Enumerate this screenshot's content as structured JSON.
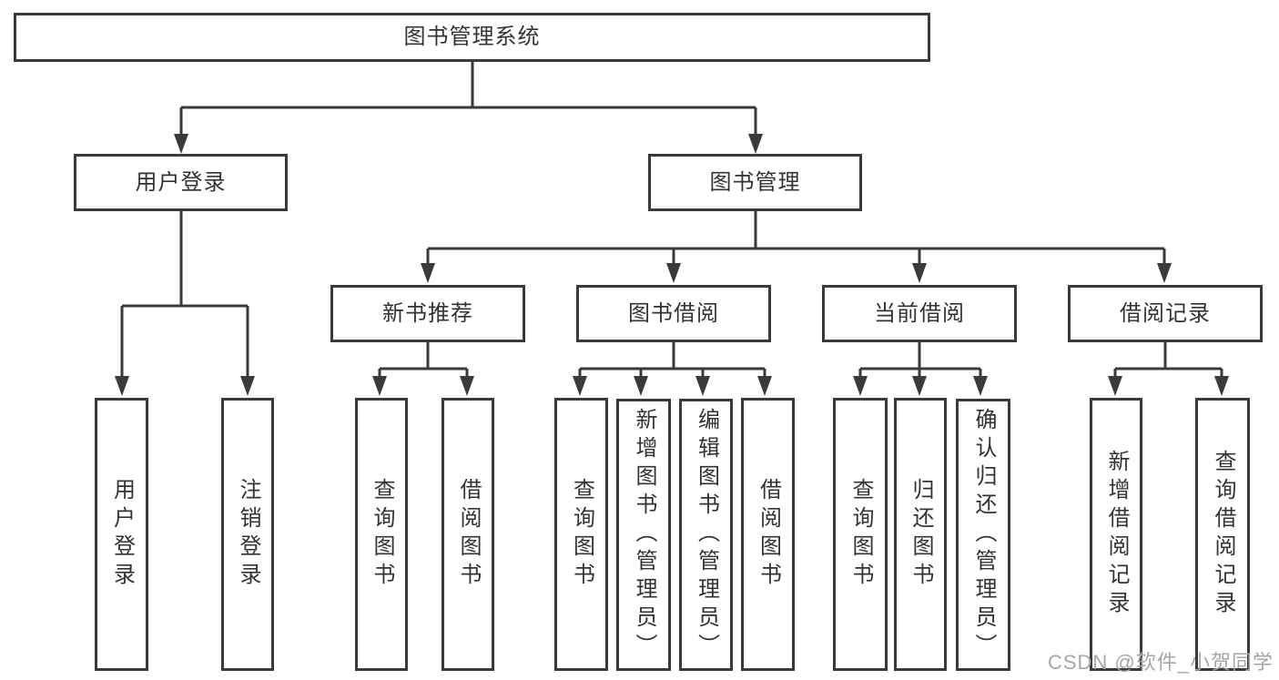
{
  "tree": {
    "label": "图书管理系统",
    "children": [
      {
        "label": "用户登录",
        "children": [
          {
            "label": "用户登录"
          },
          {
            "label": "注销登录"
          }
        ]
      },
      {
        "label": "图书管理",
        "children": [
          {
            "label": "新书推荐",
            "children": [
              {
                "label": "查询图书"
              },
              {
                "label": "借阅图书"
              }
            ]
          },
          {
            "label": "图书借阅",
            "children": [
              {
                "label": "查询图书"
              },
              {
                "label": "新增图书（管理员）"
              },
              {
                "label": "编辑图书（管理员）"
              },
              {
                "label": "借阅图书"
              }
            ]
          },
          {
            "label": "当前借阅",
            "children": [
              {
                "label": "查询图书"
              },
              {
                "label": "归还图书"
              },
              {
                "label": "确认归还（管理员）"
              }
            ]
          },
          {
            "label": "借阅记录",
            "children": [
              {
                "label": "新增借阅记录"
              },
              {
                "label": "查询借阅记录"
              }
            ]
          }
        ]
      }
    ]
  },
  "watermark": {
    "text": "CSDN @软件_小贺同学"
  },
  "colors": {
    "line": "#3a3a3a",
    "text": "#333333",
    "watermark": "#a3a7ab",
    "background": "#ffffff"
  }
}
